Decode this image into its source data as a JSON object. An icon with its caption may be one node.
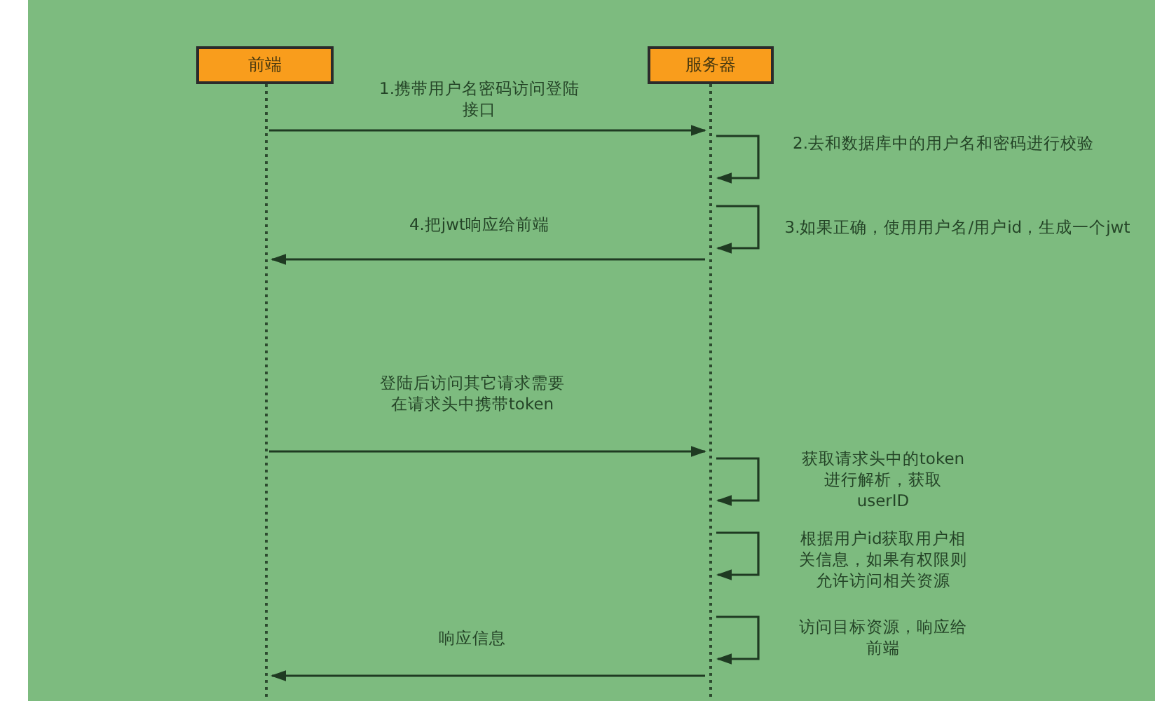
{
  "diagram": {
    "nodes": [
      {
        "text": [
          "前端"
        ]
      },
      {
        "text": [
          "服务器"
        ]
      }
    ],
    "edges": [
      {
        "from": 0,
        "to": 1,
        "arrow": "to",
        "label": "1.携带用户名密码访问登陆接口"
      },
      {
        "from": 1,
        "to": 1,
        "arrow": "to",
        "label": "2.去和数据库中的用户名和密码进行校验"
      },
      {
        "from": 1,
        "to": 1,
        "arrow": "to",
        "label": "3.如果正确，使用用户名/用户id，生成一个jwt"
      },
      {
        "from": 1,
        "to": 0,
        "arrow": "to",
        "label": "4.把jwt响应给前端"
      },
      {
        "from": 0,
        "to": 1,
        "arrow": "to",
        "label": "登陆后访问其它请求需要在请求头中携带token"
      },
      {
        "from": 1,
        "to": 1,
        "arrow": "to",
        "label": "获取请求头中的token进行解析，获取userID"
      },
      {
        "from": 1,
        "to": 1,
        "arrow": "to",
        "label": "根据用户id获取用户相关信息，如果有权限则允许访问相关资源"
      },
      {
        "from": 1,
        "to": 1,
        "arrow": "to",
        "label": "访问目标资源，响应给前端"
      },
      {
        "from": 1,
        "to": 0,
        "arrow": "to",
        "label": "响应信息"
      }
    ]
  }
}
